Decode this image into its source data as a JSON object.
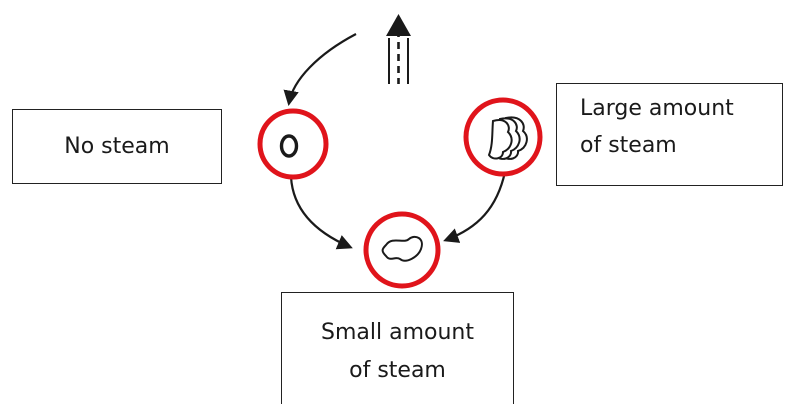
{
  "labels": {
    "no_steam": "No steam",
    "large_line1": "Large amount",
    "large_line2": "of steam",
    "small_line1": "Small amount",
    "small_line2": "of steam"
  },
  "colors": {
    "highlight": "#e0141b",
    "ink": "#1a1a1a",
    "box_border": "#222222"
  },
  "icons": [
    "steam-flow-arrow-icon",
    "no-steam-icon",
    "large-steam-icon",
    "small-steam-icon"
  ]
}
